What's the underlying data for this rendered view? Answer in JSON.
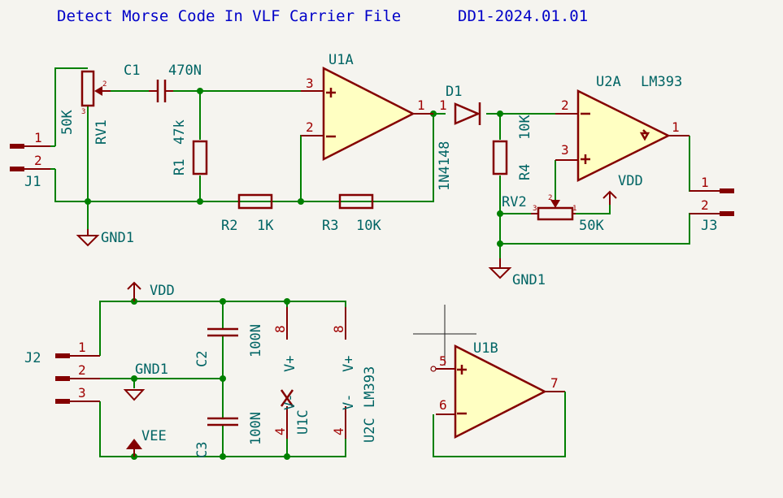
{
  "header": {
    "title": "Detect Morse Code In VLF Carrier File",
    "doc_id": "DD1-2024.01.01"
  },
  "components": {
    "rv1": {
      "ref": "RV1",
      "value": "50K",
      "pins": [
        "2",
        "3"
      ]
    },
    "c1": {
      "ref": "C1",
      "value": "470N"
    },
    "r1": {
      "ref": "R1",
      "value": "47k"
    },
    "r2": {
      "ref": "R2",
      "value": "1K"
    },
    "r3": {
      "ref": "R3",
      "value": "10K"
    },
    "u1a": {
      "ref": "U1A",
      "pins": [
        "3",
        "2",
        "1"
      ]
    },
    "d1": {
      "ref": "D1",
      "value": "1N4148",
      "pin": "1"
    },
    "r4": {
      "ref": "R4",
      "value": "10K"
    },
    "u2a": {
      "ref": "U2A",
      "value": "LM393",
      "pins": [
        "2",
        "3",
        "1"
      ]
    },
    "rv2": {
      "ref": "RV2",
      "value": "50K",
      "pins": [
        "2",
        "3",
        "1"
      ]
    },
    "j1": {
      "ref": "J1",
      "pins": [
        "1",
        "2"
      ]
    },
    "j3": {
      "ref": "J3",
      "pins": [
        "1",
        "2"
      ]
    },
    "j2": {
      "ref": "J2",
      "pins": [
        "1",
        "2",
        "3"
      ]
    },
    "c2": {
      "ref": "C2",
      "value": "100N"
    },
    "c3": {
      "ref": "C3",
      "value": "100N"
    },
    "u1c": {
      "ref": "U1C",
      "pins": [
        "8",
        "4"
      ],
      "vplus": "V+",
      "vminus": "V-"
    },
    "u2c": {
      "ref": "U2C",
      "value": "LM393",
      "pins": [
        "8",
        "4"
      ],
      "vplus": "V+",
      "vminus": "V-"
    },
    "u1b": {
      "ref": "U1B",
      "pins": [
        "5",
        "6",
        "7"
      ]
    }
  },
  "power": {
    "gnd": "GND1",
    "vdd": "VDD",
    "vee": "VEE"
  },
  "colors": {
    "background": "#f5f4ef",
    "wire": "#008000",
    "symbol": "#840000",
    "symbol_fill": "#ffffc2",
    "label": "#006464",
    "title": "#0000c8"
  }
}
